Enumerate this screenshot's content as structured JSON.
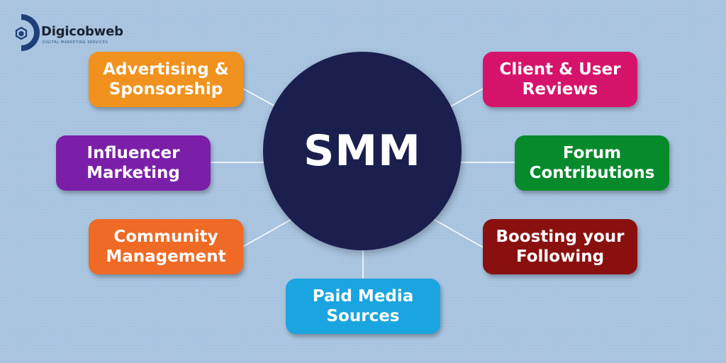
{
  "brand": {
    "name": "Digicobweb",
    "tagline": "DIGITAL MARKETING SERVICES"
  },
  "hub": {
    "label": "SMM"
  },
  "nodes": [
    {
      "id": "advertising",
      "lines": [
        "Advertising &",
        "Sponsorship"
      ],
      "color": "#f0921d"
    },
    {
      "id": "influencer",
      "lines": [
        "Influencer",
        "Marketing"
      ],
      "color": "#7b1fa8"
    },
    {
      "id": "community",
      "lines": [
        "Community",
        "Management"
      ],
      "color": "#ee6a25"
    },
    {
      "id": "paid",
      "lines": [
        "Paid Media",
        "Sources"
      ],
      "color": "#1aa5e0"
    },
    {
      "id": "boosting",
      "lines": [
        "Boosting your",
        "Following"
      ],
      "color": "#8a1010"
    },
    {
      "id": "forum",
      "lines": [
        "Forum",
        "Contributions"
      ],
      "color": "#078a2c"
    },
    {
      "id": "client",
      "lines": [
        "Client & User",
        "Reviews"
      ],
      "color": "#d6136a"
    }
  ],
  "colors": {
    "background": "#a7c3df",
    "hub": "#1b1f4e",
    "connector": "#ffffff",
    "brand_blue": "#1f3f7a"
  }
}
